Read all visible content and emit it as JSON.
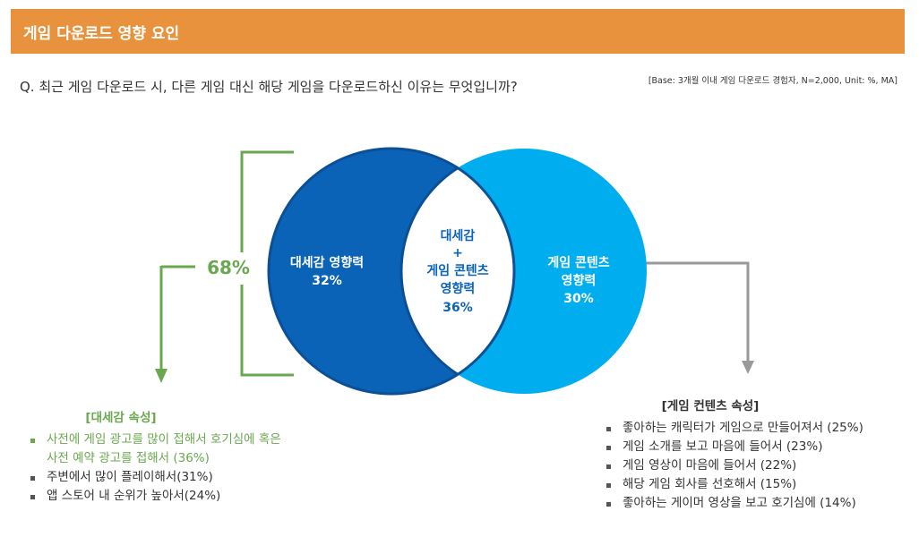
{
  "header": {
    "title": "게임 다운로드 영향 요인"
  },
  "question": "Q. 최근 게임 다운로드 시, 다른 게임 대신 해당 게임을 다운로드하신 이유는 무엇입니까?",
  "base_note": "[Base: 3개월 이내 게임 다운로드 경험자, N=2,000, Unit: %, MA]",
  "venn": {
    "combined_label": "68%",
    "left": {
      "line1": "대세감 영향력",
      "line2": "32%"
    },
    "center": {
      "line1": "대세감",
      "line2": "+",
      "line3": "게임 콘텐츠",
      "line4": "영향력",
      "line5": "36%"
    },
    "right": {
      "line1": "게임 콘텐츠",
      "line2": "영향력",
      "line3": "30%"
    }
  },
  "colors": {
    "left_circle": "#0b63b8",
    "right_circle": "#00aeef",
    "accent_green": "#6aa84f",
    "header": "#e8923d"
  },
  "left_list": {
    "title": "[대세감 속성]",
    "items": [
      {
        "line1": "사전에 게임 광고를 많이 접해서 호기심에 혹은",
        "line2": "사전 예약 광고를 접해서 (36%)"
      },
      {
        "line1": "주변에서 많이 플레이해서(31%)"
      },
      {
        "line1": "앱 스토어 내 순위가 높아서(24%)"
      }
    ]
  },
  "right_list": {
    "title": "[게임 컨텐츠 속성]",
    "items": [
      "좋아하는 캐릭터가 게임으로 만들어져서 (25%)",
      "게임 소개를 보고 마음에 들어서 (23%)",
      "게임 영상이 마음에 들어서 (22%)",
      "해당 게임 회사를 선호해서 (15%)",
      "좋아하는 게이머 영상을 보고 호기심에 (14%)"
    ]
  }
}
